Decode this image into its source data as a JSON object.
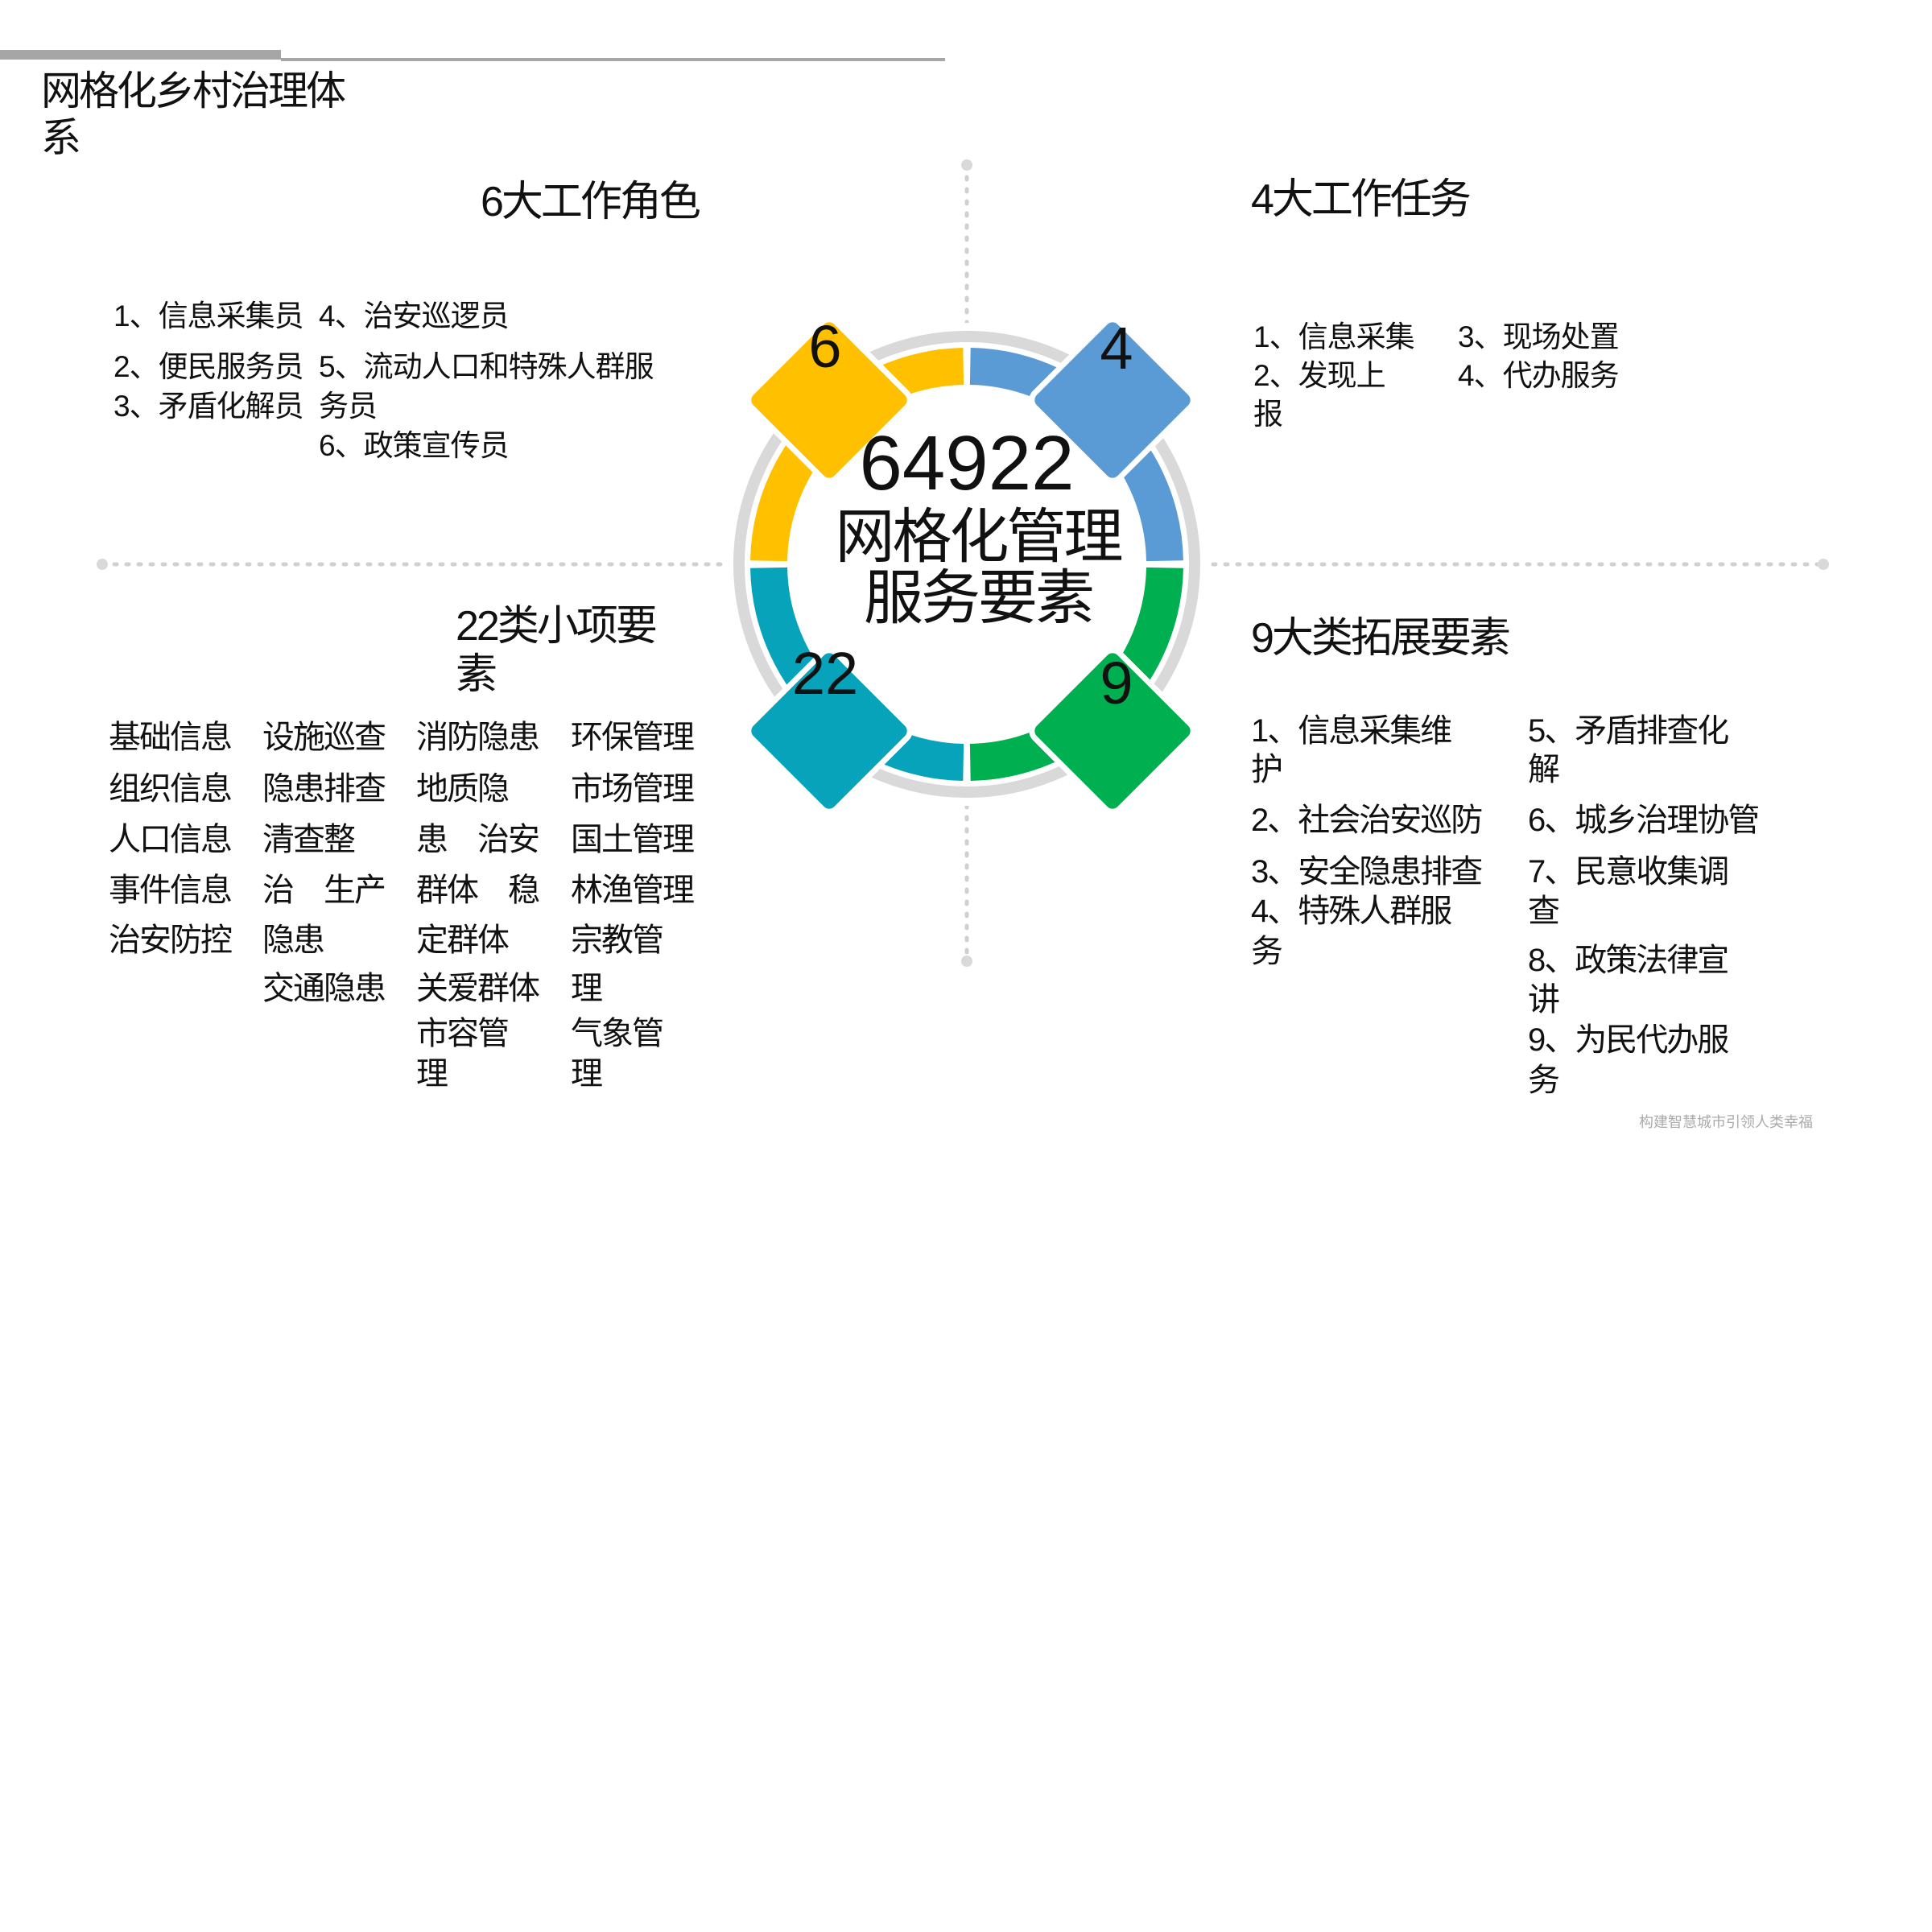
{
  "title": "网格化乡村治理体系",
  "center": {
    "number": "64922",
    "line1": "网格化管理",
    "line2": "服务要素"
  },
  "colors": {
    "yellow": "#FFC000",
    "blue": "#5B9BD5",
    "green": "#00B050",
    "teal": "#06A3BA",
    "ring_gray": "#D9D9D9",
    "line_gray": "#A6A6A6"
  },
  "segments": [
    {
      "key": "roles",
      "count": "6",
      "color": "#FFC000"
    },
    {
      "key": "tasks",
      "count": "4",
      "color": "#5B9BD5"
    },
    {
      "key": "extended",
      "count": "9",
      "color": "#00B050"
    },
    {
      "key": "items",
      "count": "22",
      "color": "#06A3BA"
    }
  ],
  "roles": {
    "heading": "6大工作角色",
    "col1": [
      "1、信息采集员",
      "2、便民服务员",
      "3、矛盾化解员"
    ],
    "col2": [
      "4、治安巡逻员",
      "5、流动人口和特殊人群服",
      "务员",
      "6、政策宣传员"
    ]
  },
  "tasks": {
    "heading": "4大工作任务",
    "col1": [
      "1、信息采集",
      "2、发现上",
      "报"
    ],
    "col2": [
      "3、现场处置",
      "4、代办服务"
    ]
  },
  "items": {
    "heading": "22类小项要素",
    "col1": [
      "基础信息",
      "组织信息",
      "人口信息",
      "事件信息",
      "治安防控"
    ],
    "col2": [
      "设施巡查",
      "隐患排查",
      "清查整",
      "治　生产",
      "隐患",
      "交通隐患"
    ],
    "col3": [
      "消防隐患",
      "地质隐",
      "患　治安",
      "群体　稳",
      "定群体",
      "关爱群体",
      "市容管",
      "理"
    ],
    "col4": [
      "环保管理",
      "市场管理",
      "国土管理",
      "林渔管理",
      "宗教管",
      "理",
      "气象管",
      "理"
    ]
  },
  "extended": {
    "heading": "9大类拓展要素",
    "col1": [
      "1、信息采集维",
      "护",
      "2、社会治安巡防",
      "3、安全隐患排查",
      "4、特殊人群服",
      "务"
    ],
    "col2": [
      "5、矛盾排查化",
      "解",
      "6、城乡治理协管",
      "7、民意收集调",
      "查",
      "8、政策法律宣",
      "讲",
      "9、为民代办服",
      "务"
    ]
  },
  "footer": "构建智慧城市引领人类幸福"
}
